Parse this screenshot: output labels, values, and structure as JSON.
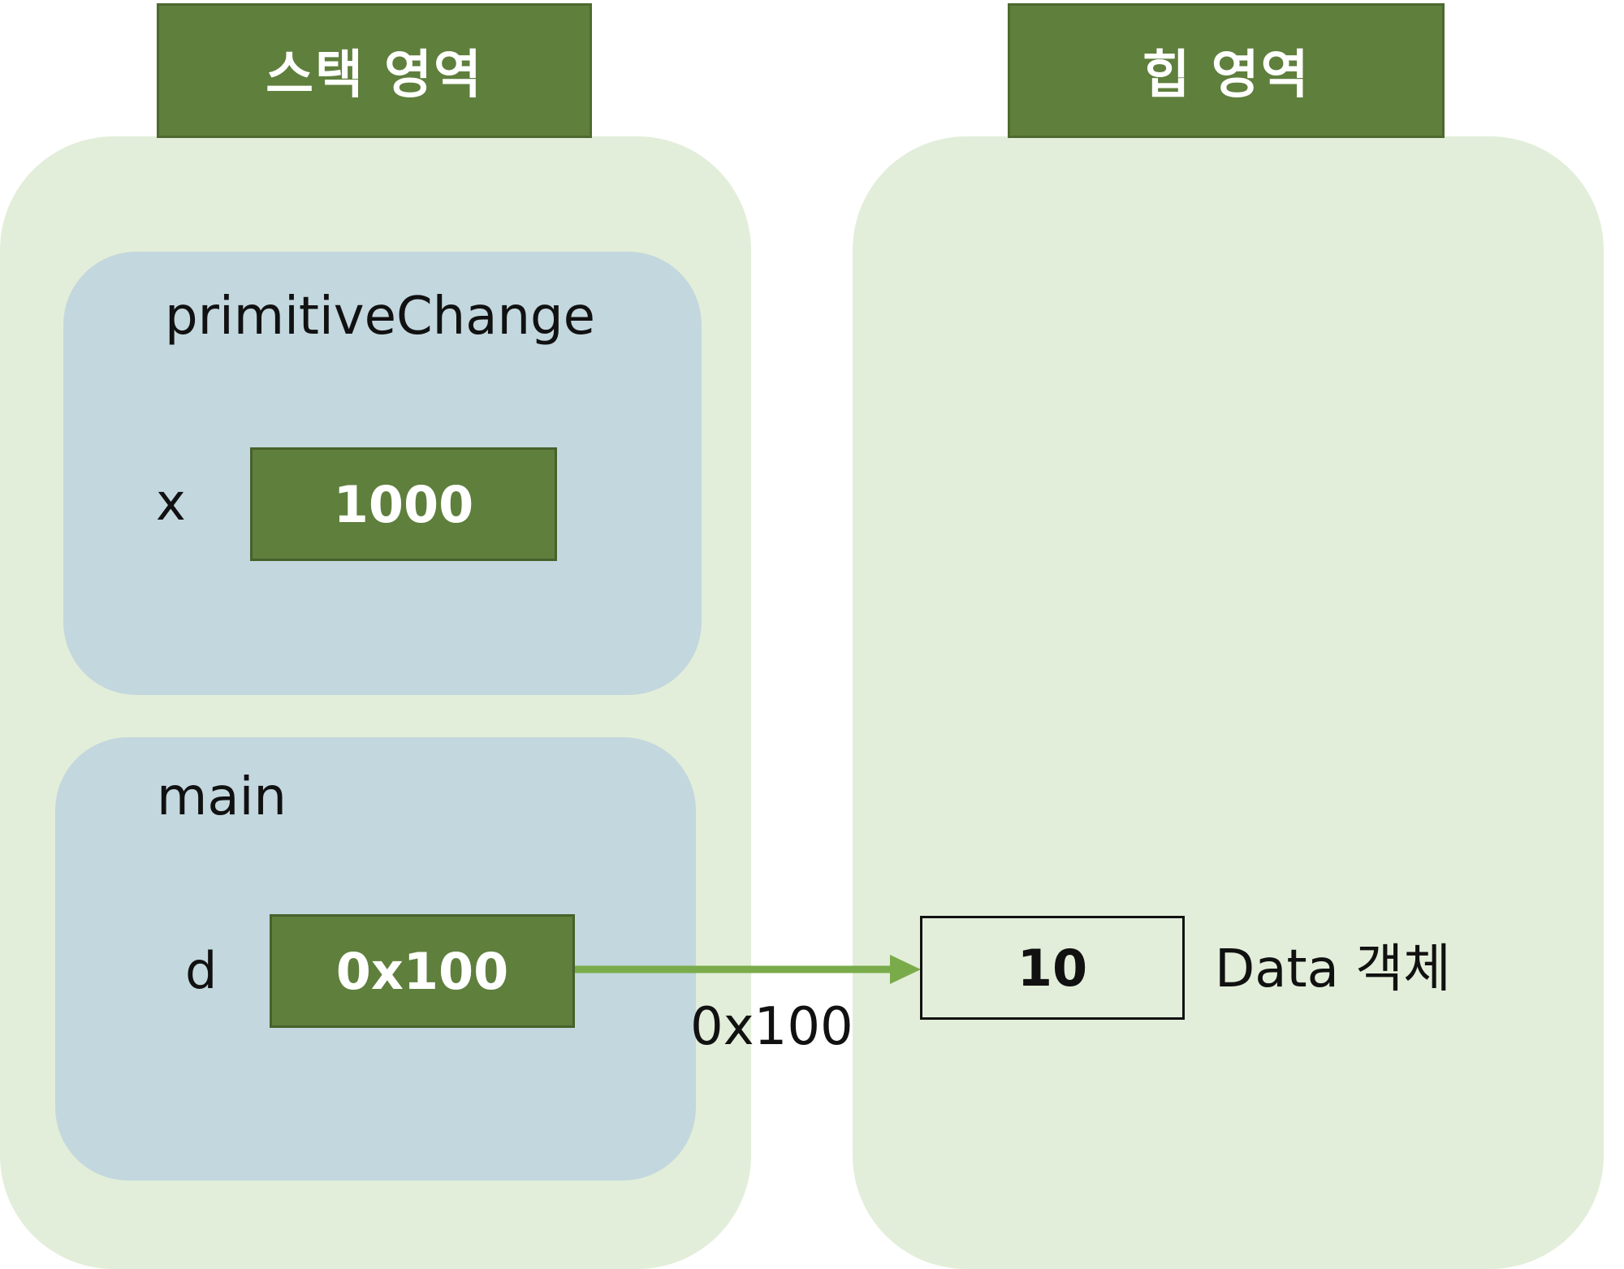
{
  "stack": {
    "title": "스택 영역",
    "frames": {
      "primitive_change": {
        "name": "primitiveChange",
        "var_name": "x",
        "var_value": "1000"
      },
      "main": {
        "name": "main",
        "var_name": "d",
        "var_value": "0x100"
      }
    }
  },
  "heap": {
    "title": "힙 영역",
    "object": {
      "value": "10",
      "label": "Data 객체"
    }
  },
  "reference": {
    "label": "0x100"
  },
  "colors": {
    "header_bg": "#5f7f3d",
    "area_bg": "#e2eed9",
    "frame_bg": "#c3d7de",
    "arrow": "#7aab4a"
  }
}
